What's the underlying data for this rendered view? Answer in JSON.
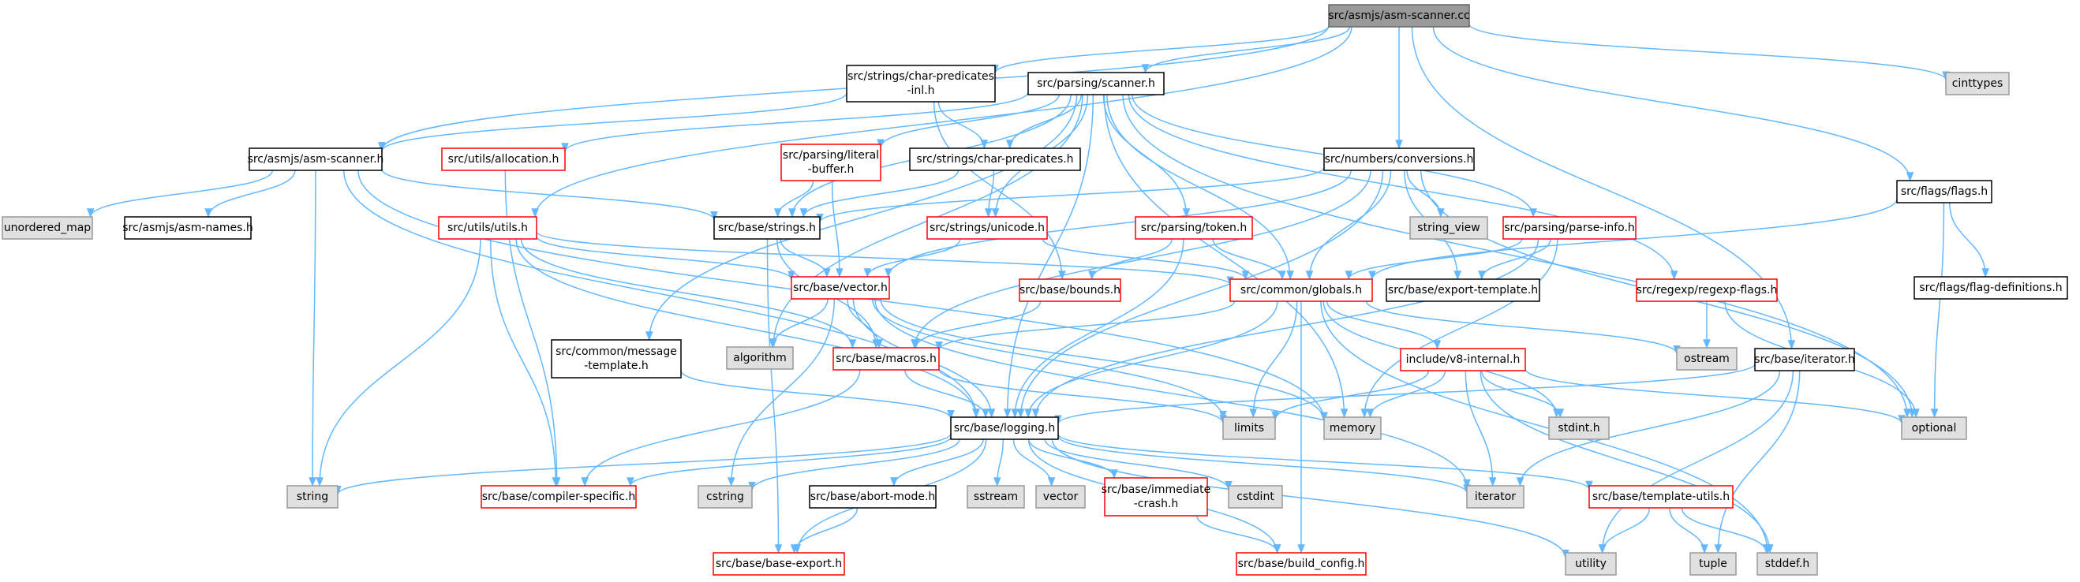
{
  "colors": {
    "edge": "#63b8ff",
    "root_fill": "#999999",
    "root_border": "#666666",
    "normal_fill": "#ffffff",
    "normal_border": "#000000",
    "truncated_fill": "#ffffff",
    "truncated_border": "#ff0000",
    "system_fill": "#e0e0e0",
    "system_border": "#999999"
  },
  "nodes": [
    {
      "id": "root",
      "lines": [
        "src/asmjs/asm-scanner.cc"
      ],
      "kind": "root"
    },
    {
      "id": "charpred_inl",
      "lines": [
        "src/strings/char-predicates",
        "-inl.h"
      ],
      "kind": "normal"
    },
    {
      "id": "parsing_scanner",
      "lines": [
        "src/parsing/scanner.h"
      ],
      "kind": "normal"
    },
    {
      "id": "cinttypes",
      "lines": [
        "cinttypes"
      ],
      "kind": "system"
    },
    {
      "id": "asm_scanner_h",
      "lines": [
        "src/asmjs/asm-scanner.h"
      ],
      "kind": "normal"
    },
    {
      "id": "utils_alloc",
      "lines": [
        "src/utils/allocation.h"
      ],
      "kind": "truncated"
    },
    {
      "id": "literal_buffer",
      "lines": [
        "src/parsing/literal",
        "-buffer.h"
      ],
      "kind": "truncated"
    },
    {
      "id": "charpred_h",
      "lines": [
        "src/strings/char-predicates.h"
      ],
      "kind": "normal"
    },
    {
      "id": "numbers_conv",
      "lines": [
        "src/numbers/conversions.h"
      ],
      "kind": "normal"
    },
    {
      "id": "unordered_map",
      "lines": [
        "unordered_map"
      ],
      "kind": "system"
    },
    {
      "id": "asm_names",
      "lines": [
        "src/asmjs/asm-names.h"
      ],
      "kind": "normal"
    },
    {
      "id": "utils_utils",
      "lines": [
        "src/utils/utils.h"
      ],
      "kind": "truncated"
    },
    {
      "id": "base_strings",
      "lines": [
        "src/base/strings.h"
      ],
      "kind": "normal"
    },
    {
      "id": "strings_unicode",
      "lines": [
        "src/strings/unicode.h"
      ],
      "kind": "truncated"
    },
    {
      "id": "parsing_token",
      "lines": [
        "src/parsing/token.h"
      ],
      "kind": "truncated"
    },
    {
      "id": "string_view",
      "lines": [
        "string_view"
      ],
      "kind": "system"
    },
    {
      "id": "parse_info",
      "lines": [
        "src/parsing/parse-info.h"
      ],
      "kind": "truncated"
    },
    {
      "id": "flags_flags",
      "lines": [
        "src/flags/flags.h"
      ],
      "kind": "normal"
    },
    {
      "id": "base_vector",
      "lines": [
        "src/base/vector.h"
      ],
      "kind": "truncated"
    },
    {
      "id": "base_bounds",
      "lines": [
        "src/base/bounds.h"
      ],
      "kind": "truncated"
    },
    {
      "id": "common_globals",
      "lines": [
        "src/common/globals.h"
      ],
      "kind": "truncated"
    },
    {
      "id": "export_template",
      "lines": [
        "src/base/export-template.h"
      ],
      "kind": "normal"
    },
    {
      "id": "regexp_flags",
      "lines": [
        "src/regexp/regexp-flags.h"
      ],
      "kind": "truncated"
    },
    {
      "id": "flag_definitions",
      "lines": [
        "src/flags/flag-definitions.h"
      ],
      "kind": "normal"
    },
    {
      "id": "message_template",
      "lines": [
        "src/common/message",
        "-template.h"
      ],
      "kind": "normal"
    },
    {
      "id": "algorithm",
      "lines": [
        "algorithm"
      ],
      "kind": "system"
    },
    {
      "id": "base_macros",
      "lines": [
        "src/base/macros.h"
      ],
      "kind": "truncated"
    },
    {
      "id": "v8_internal",
      "lines": [
        "include/v8-internal.h"
      ],
      "kind": "truncated"
    },
    {
      "id": "ostream",
      "lines": [
        "ostream"
      ],
      "kind": "system"
    },
    {
      "id": "base_iterator",
      "lines": [
        "src/base/iterator.h"
      ],
      "kind": "normal"
    },
    {
      "id": "base_logging",
      "lines": [
        "src/base/logging.h"
      ],
      "kind": "normal"
    },
    {
      "id": "limits",
      "lines": [
        "limits"
      ],
      "kind": "system"
    },
    {
      "id": "memory",
      "lines": [
        "memory"
      ],
      "kind": "system"
    },
    {
      "id": "stdint_h",
      "lines": [
        "stdint.h"
      ],
      "kind": "system"
    },
    {
      "id": "optional",
      "lines": [
        "optional"
      ],
      "kind": "system"
    },
    {
      "id": "string",
      "lines": [
        "string"
      ],
      "kind": "system"
    },
    {
      "id": "compiler_specific",
      "lines": [
        "src/base/compiler-specific.h"
      ],
      "kind": "truncated"
    },
    {
      "id": "cstring",
      "lines": [
        "cstring"
      ],
      "kind": "system"
    },
    {
      "id": "abort_mode",
      "lines": [
        "src/base/abort-mode.h"
      ],
      "kind": "normal"
    },
    {
      "id": "sstream",
      "lines": [
        "sstream"
      ],
      "kind": "system"
    },
    {
      "id": "vector",
      "lines": [
        "vector"
      ],
      "kind": "system"
    },
    {
      "id": "immediate_crash",
      "lines": [
        "src/base/immediate",
        "-crash.h"
      ],
      "kind": "truncated"
    },
    {
      "id": "cstdint",
      "lines": [
        "cstdint"
      ],
      "kind": "system"
    },
    {
      "id": "iterator",
      "lines": [
        "iterator"
      ],
      "kind": "system"
    },
    {
      "id": "template_utils",
      "lines": [
        "src/base/template-utils.h"
      ],
      "kind": "truncated"
    },
    {
      "id": "base_export",
      "lines": [
        "src/base/base-export.h"
      ],
      "kind": "truncated"
    },
    {
      "id": "build_config",
      "lines": [
        "src/base/build_config.h"
      ],
      "kind": "truncated"
    },
    {
      "id": "utility",
      "lines": [
        "utility"
      ],
      "kind": "system"
    },
    {
      "id": "tuple",
      "lines": [
        "tuple"
      ],
      "kind": "system"
    },
    {
      "id": "stddef_h",
      "lines": [
        "stddef.h"
      ],
      "kind": "system"
    }
  ],
  "edges": [
    [
      "root",
      "charpred_inl"
    ],
    [
      "root",
      "parsing_scanner"
    ],
    [
      "root",
      "cinttypes"
    ],
    [
      "root",
      "asm_scanner_h"
    ],
    [
      "root",
      "numbers_conv"
    ],
    [
      "root",
      "flags_flags"
    ],
    [
      "root",
      "base_iterator"
    ],
    [
      "root",
      "utils_utils"
    ],
    [
      "charpred_inl",
      "charpred_h"
    ],
    [
      "charpred_inl",
      "base_bounds"
    ],
    [
      "charpred_inl",
      "asm_scanner_h"
    ],
    [
      "parsing_scanner",
      "utils_alloc"
    ],
    [
      "parsing_scanner",
      "literal_buffer"
    ],
    [
      "parsing_scanner",
      "charpred_h"
    ],
    [
      "parsing_scanner",
      "strings_unicode"
    ],
    [
      "parsing_scanner",
      "parsing_token"
    ],
    [
      "parsing_scanner",
      "parse_info"
    ],
    [
      "parsing_scanner",
      "regexp_flags"
    ],
    [
      "parsing_scanner",
      "base_strings"
    ],
    [
      "parsing_scanner",
      "common_globals"
    ],
    [
      "parsing_scanner",
      "message_template"
    ],
    [
      "parsing_scanner",
      "algorithm"
    ],
    [
      "parsing_scanner",
      "base_logging"
    ],
    [
      "parsing_scanner",
      "memory"
    ],
    [
      "parsing_scanner",
      "optional"
    ],
    [
      "asm_scanner_h",
      "unordered_map"
    ],
    [
      "asm_scanner_h",
      "asm_names"
    ],
    [
      "asm_scanner_h",
      "base_strings"
    ],
    [
      "asm_scanner_h",
      "string"
    ],
    [
      "asm_scanner_h",
      "base_logging"
    ],
    [
      "asm_scanner_h",
      "memory"
    ],
    [
      "utils_alloc",
      "compiler_specific"
    ],
    [
      "literal_buffer",
      "base_strings"
    ],
    [
      "literal_buffer",
      "base_vector"
    ],
    [
      "charpred_h",
      "base_strings"
    ],
    [
      "charpred_h",
      "strings_unicode"
    ],
    [
      "strings_unicode",
      "base_vector"
    ],
    [
      "strings_unicode",
      "common_globals"
    ],
    [
      "numbers_conv",
      "base_strings"
    ],
    [
      "numbers_conv",
      "base_vector"
    ],
    [
      "numbers_conv",
      "base_macros"
    ],
    [
      "numbers_conv",
      "common_globals"
    ],
    [
      "numbers_conv",
      "string_view"
    ],
    [
      "numbers_conv",
      "export_template"
    ],
    [
      "numbers_conv",
      "base_logging"
    ],
    [
      "numbers_conv",
      "optional"
    ],
    [
      "utils_utils",
      "base_vector"
    ],
    [
      "utils_utils",
      "string"
    ],
    [
      "utils_utils",
      "compiler_specific"
    ],
    [
      "utils_utils",
      "base_logging"
    ],
    [
      "utils_utils",
      "common_globals"
    ],
    [
      "utils_utils",
      "base_macros"
    ],
    [
      "base_strings",
      "base_vector"
    ],
    [
      "base_strings",
      "base_macros"
    ],
    [
      "base_strings",
      "base_export"
    ],
    [
      "parsing_token",
      "base_bounds"
    ],
    [
      "parsing_token",
      "common_globals"
    ],
    [
      "parsing_token",
      "base_logging"
    ],
    [
      "parse_info",
      "common_globals"
    ],
    [
      "parse_info",
      "export_template"
    ],
    [
      "parse_info",
      "memory"
    ],
    [
      "parse_info",
      "base_logging"
    ],
    [
      "flags_flags",
      "flag_definitions"
    ],
    [
      "flags_flags",
      "optional"
    ],
    [
      "flags_flags",
      "common_globals"
    ],
    [
      "regexp_flags",
      "ostream"
    ],
    [
      "regexp_flags",
      "optional"
    ],
    [
      "base_vector",
      "base_macros"
    ],
    [
      "base_vector",
      "base_logging"
    ],
    [
      "base_vector",
      "algorithm"
    ],
    [
      "base_vector",
      "cstring"
    ],
    [
      "base_vector",
      "limits"
    ],
    [
      "base_vector",
      "iterator"
    ],
    [
      "base_vector",
      "memory"
    ],
    [
      "base_bounds",
      "base_macros"
    ],
    [
      "common_globals",
      "base_macros"
    ],
    [
      "common_globals",
      "v8_internal"
    ],
    [
      "common_globals",
      "ostream"
    ],
    [
      "common_globals",
      "limits"
    ],
    [
      "common_globals",
      "base_logging"
    ],
    [
      "common_globals",
      "build_config"
    ],
    [
      "common_globals",
      "stdint_h"
    ],
    [
      "common_globals",
      "stddef_h"
    ],
    [
      "message_template",
      "base_logging"
    ],
    [
      "base_macros",
      "base_logging"
    ],
    [
      "base_macros",
      "compiler_specific"
    ],
    [
      "base_macros",
      "limits"
    ],
    [
      "v8_internal",
      "limits"
    ],
    [
      "v8_internal",
      "memory"
    ],
    [
      "v8_internal",
      "stdint_h"
    ],
    [
      "v8_internal",
      "optional"
    ],
    [
      "v8_internal",
      "iterator"
    ],
    [
      "v8_internal",
      "stddef_h"
    ],
    [
      "base_iterator",
      "base_logging"
    ],
    [
      "base_iterator",
      "iterator"
    ],
    [
      "base_iterator",
      "tuple"
    ],
    [
      "base_iterator",
      "utility"
    ],
    [
      "base_logging",
      "string"
    ],
    [
      "base_logging",
      "compiler_specific"
    ],
    [
      "base_logging",
      "cstring"
    ],
    [
      "base_logging",
      "abort_mode"
    ],
    [
      "base_logging",
      "sstream"
    ],
    [
      "base_logging",
      "vector"
    ],
    [
      "base_logging",
      "immediate_crash"
    ],
    [
      "base_logging",
      "cstdint"
    ],
    [
      "base_logging",
      "iterator"
    ],
    [
      "base_logging",
      "template_utils"
    ],
    [
      "base_logging",
      "base_export"
    ],
    [
      "base_logging",
      "build_config"
    ],
    [
      "base_logging",
      "utility"
    ],
    [
      "abort_mode",
      "base_export"
    ],
    [
      "immediate_crash",
      "build_config"
    ],
    [
      "template_utils",
      "utility"
    ],
    [
      "template_utils",
      "tuple"
    ],
    [
      "template_utils",
      "stddef_h"
    ]
  ]
}
